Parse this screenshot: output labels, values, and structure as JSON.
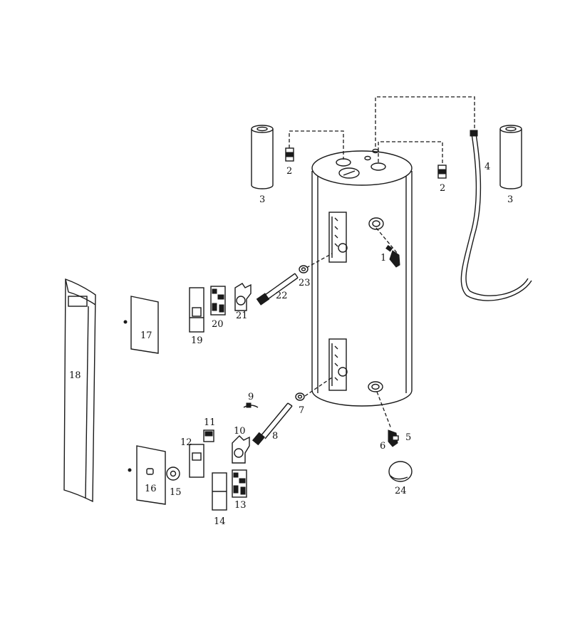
{
  "part_labels": {
    "p1": "1",
    "p2a": "2",
    "p2b": "2",
    "p3a": "3",
    "p3b": "3",
    "p4": "4",
    "p5": "5",
    "p6": "6",
    "p7": "7",
    "p8": "8",
    "p9": "9",
    "p10": "10",
    "p11": "11",
    "p12": "12",
    "p13": "13",
    "p14": "14",
    "p15": "15",
    "p16": "16",
    "p17": "17",
    "p18": "18",
    "p19": "19",
    "p20": "20",
    "p21": "21",
    "p22": "22",
    "p23": "23",
    "p24": "24"
  }
}
